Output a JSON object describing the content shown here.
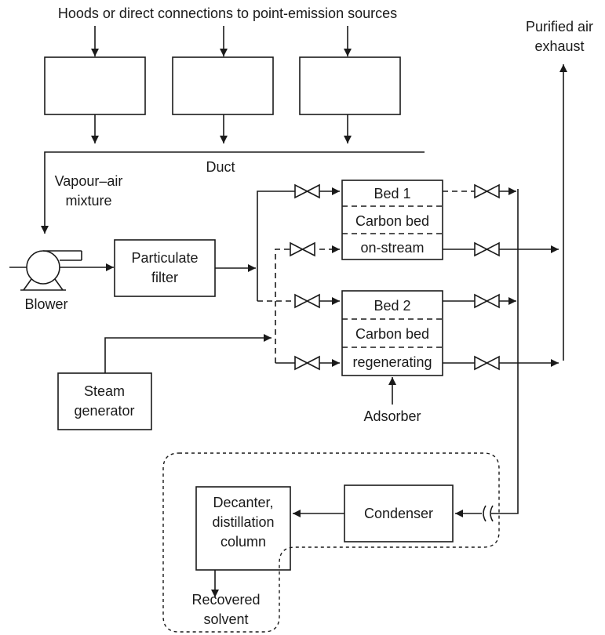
{
  "labels": {
    "hoods": "Hoods or direct connections to point-emission sources",
    "purified_line1": "Purified air",
    "purified_line2": "exhaust",
    "duct": "Duct",
    "vapour_line1": "Vapour–air",
    "vapour_line2": "mixture",
    "blower": "Blower",
    "particulate_line1": "Particulate",
    "particulate_line2": "filter",
    "steam_line1": "Steam",
    "steam_line2": "generator",
    "bed1_top": "Bed 1",
    "bed1_mid": "Carbon bed",
    "bed1_bottom": "on-stream",
    "bed2_top": "Bed 2",
    "bed2_mid": "Carbon bed",
    "bed2_bottom": "regenerating",
    "adsorber": "Adsorber",
    "decanter_line1": "Decanter,",
    "decanter_line2": "distillation",
    "decanter_line3": "column",
    "condenser": "Condenser",
    "recovered_line1": "Recovered",
    "recovered_line2": "solvent"
  },
  "colors": {
    "stroke": "#1a1a1a",
    "background": "#ffffff"
  }
}
